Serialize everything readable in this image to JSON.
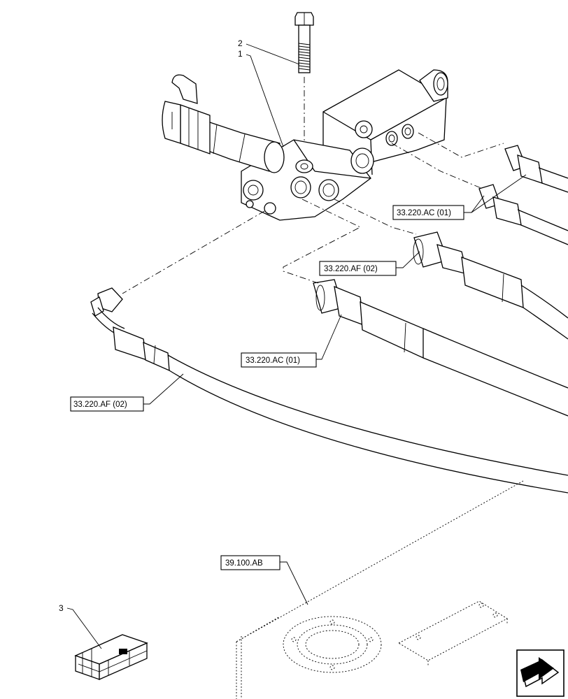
{
  "item_numbers": {
    "n1": "1",
    "n2": "2",
    "n3": "3"
  },
  "references": {
    "r1": "33.220.AC (01)",
    "r2": "33.220.AF (02)",
    "r3": "33.220.AC (01)",
    "r4": "33.220.AF (02)",
    "r5": "39.100.AB"
  },
  "icons": {
    "nav": "next-page-arrow-icon"
  }
}
